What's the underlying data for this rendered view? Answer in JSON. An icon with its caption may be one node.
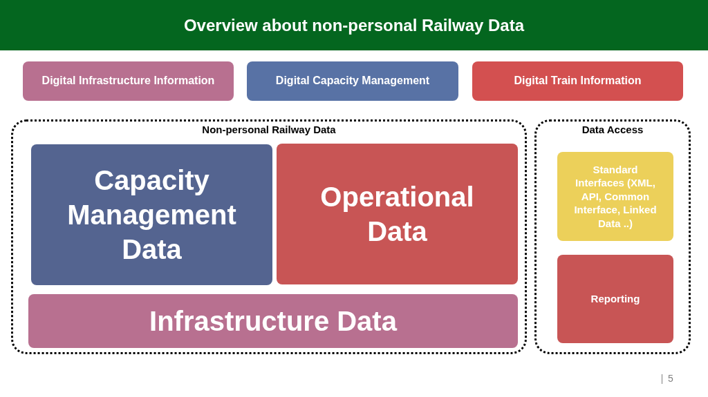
{
  "diagram": {
    "title": "Overview about non-personal Railway Data",
    "nodes": [
      {
        "text": [
          "Digital Infrastructure Information"
        ]
      },
      {
        "text": [
          "Digital Capacity Management"
        ]
      },
      {
        "text": [
          "Digital Train Information"
        ]
      },
      {
        "text": [
          "Non-personal Railway Data"
        ]
      },
      {
        "text": [
          "Capacity Management Data"
        ],
        "in": 3
      },
      {
        "text": [
          "Operational Data"
        ],
        "in": 3
      },
      {
        "text": [
          "Infrastructure Data"
        ],
        "in": 3
      },
      {
        "text": [
          "Data Access"
        ]
      },
      {
        "text": [
          "Standard Interfaces (XML, API, Common Interface, Linked Data ..)"
        ],
        "in": 7
      },
      {
        "text": [
          "Reporting"
        ],
        "in": 7
      }
    ],
    "edges": [],
    "labels": [
      "5"
    ]
  }
}
